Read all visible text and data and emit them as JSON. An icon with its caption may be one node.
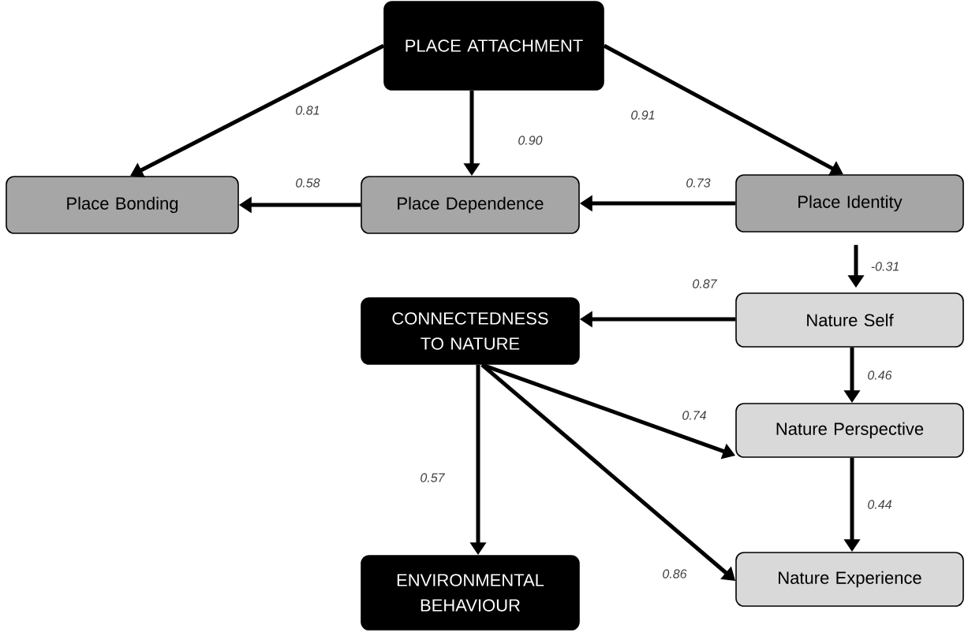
{
  "diagram": {
    "nodes": [
      {
        "text": [
          "PLACE ATTACHMENT"
        ]
      },
      {
        "text": [
          "Place Bonding"
        ]
      },
      {
        "text": [
          "Place Dependence"
        ]
      },
      {
        "text": [
          "Place Identity"
        ]
      },
      {
        "text": [
          "CONNECTEDNESS TO NATURE"
        ]
      },
      {
        "text": [
          "Nature Self"
        ]
      },
      {
        "text": [
          "Nature Perspective"
        ]
      },
      {
        "text": [
          "ENVIRONMENTAL BEHAVIOUR"
        ]
      },
      {
        "text": [
          "Nature Experience"
        ]
      }
    ],
    "edges": [
      {
        "from": 0,
        "to": 1,
        "arrow": "to",
        "label": "0.81"
      },
      {
        "from": 0,
        "to": 2,
        "arrow": "to",
        "label": "0.90"
      },
      {
        "from": 0,
        "to": 3,
        "arrow": "to",
        "label": "0.91"
      },
      {
        "from": 2,
        "to": 1,
        "arrow": "to",
        "label": "0.58"
      },
      {
        "from": 3,
        "to": 2,
        "arrow": "to",
        "label": "0.73"
      },
      {
        "from": 3,
        "to": 5,
        "arrow": "to",
        "label": "-0.31"
      },
      {
        "from": 5,
        "to": 4,
        "arrow": "to",
        "label": "0.87"
      },
      {
        "from": 5,
        "to": 6,
        "arrow": "to",
        "label": "0.46"
      },
      {
        "from": 4,
        "to": 6,
        "arrow": "to",
        "label": "0.74"
      },
      {
        "from": 4,
        "to": 7,
        "arrow": "to",
        "label": "0.57"
      },
      {
        "from": 4,
        "to": 8,
        "arrow": "to",
        "label": "0.86"
      },
      {
        "from": 6,
        "to": 8,
        "arrow": "to",
        "label": "0.44"
      }
    ]
  }
}
